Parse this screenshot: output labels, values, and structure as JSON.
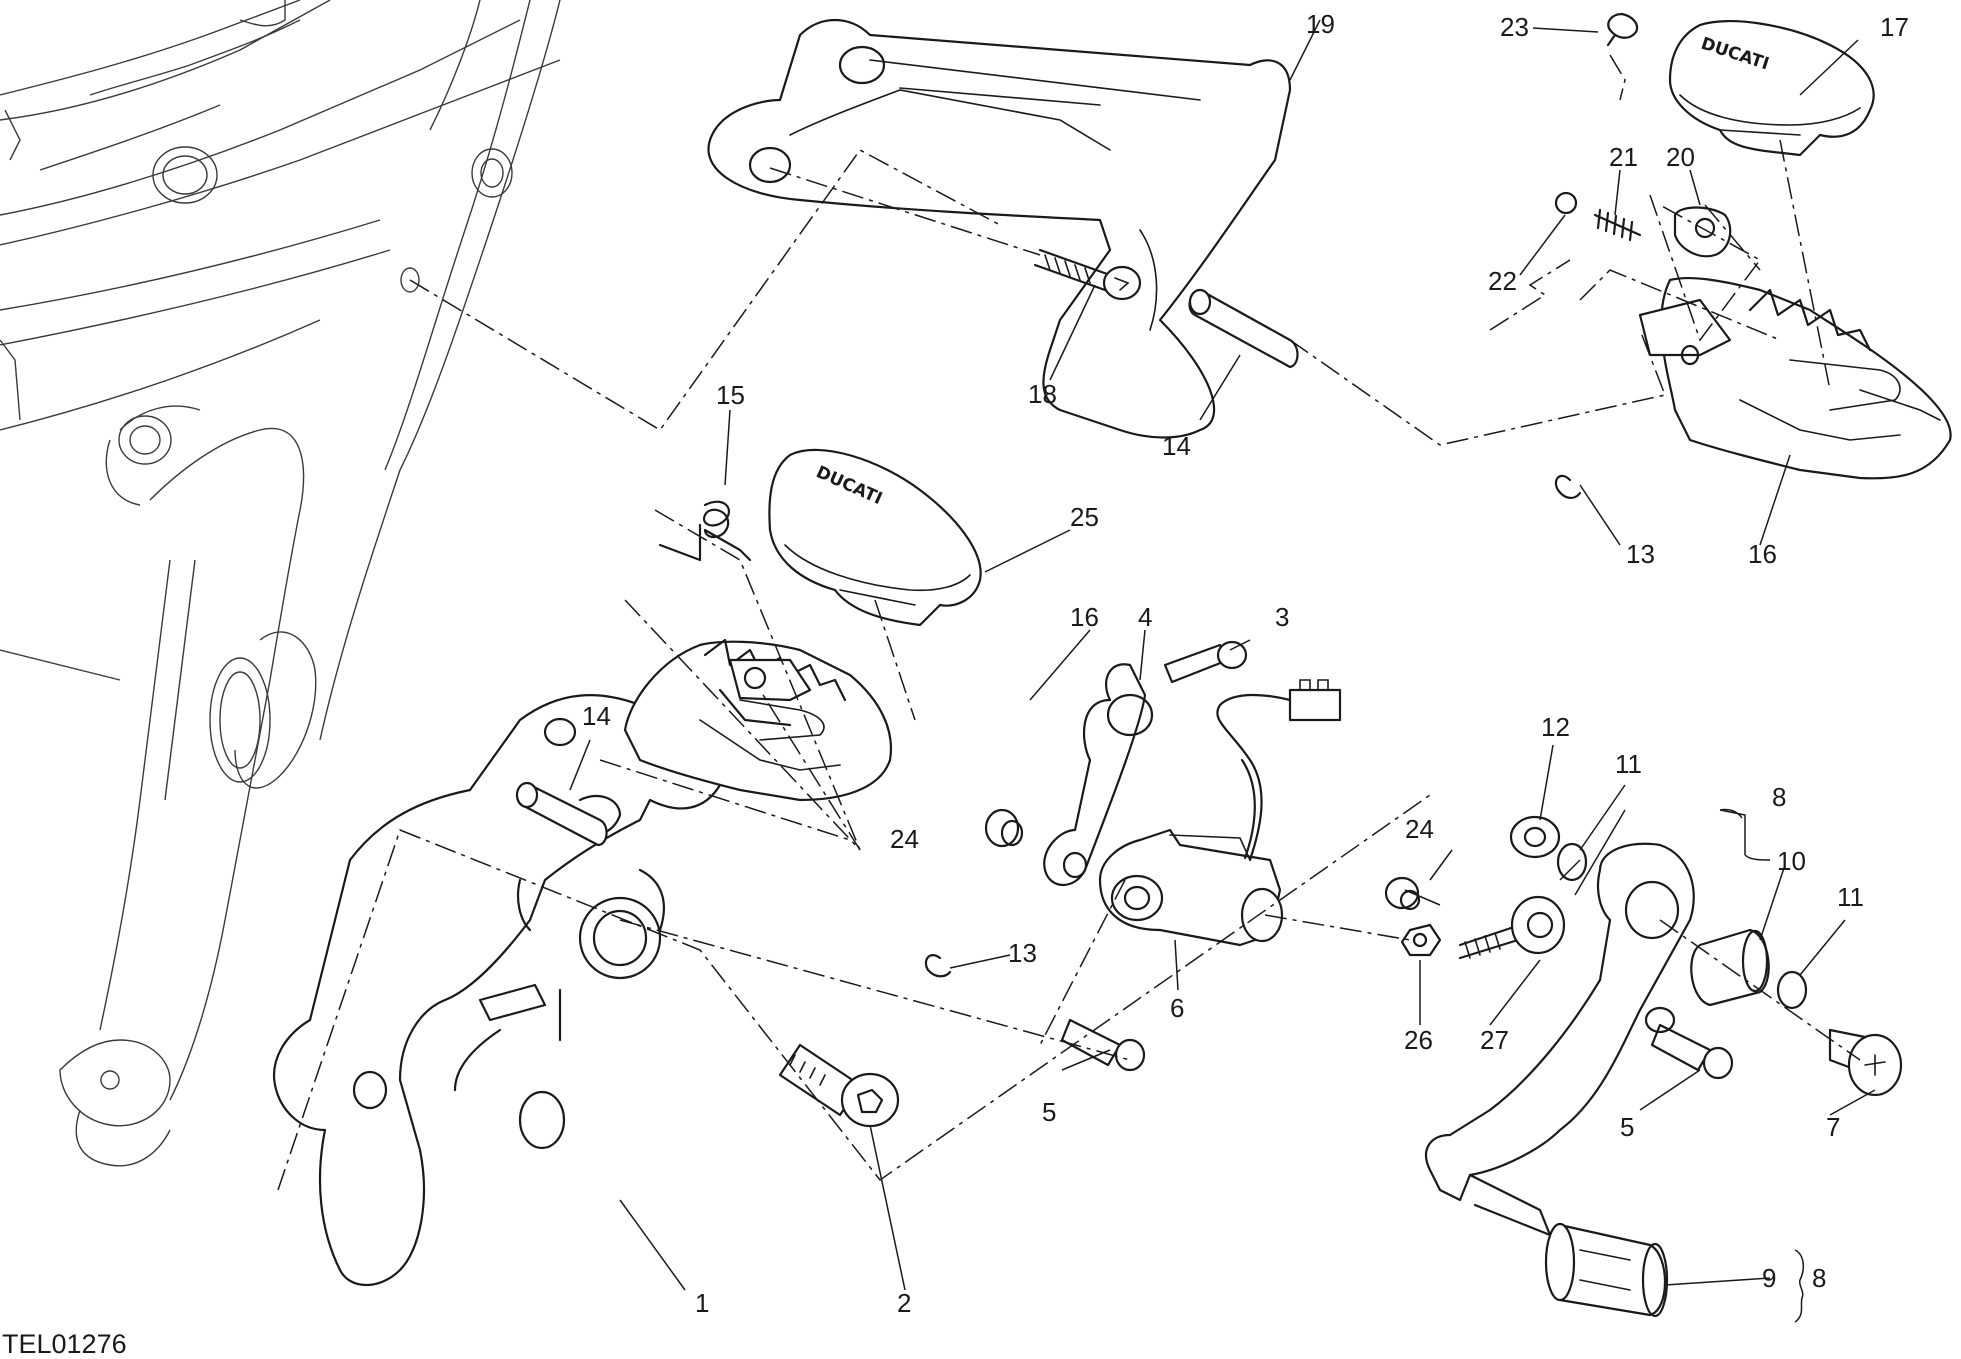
{
  "diagram": {
    "reference_code": "TEL01276",
    "brand_marks": [
      "DUCATI",
      "DUCATI"
    ],
    "callouts": [
      {
        "id": "19",
        "label": "19"
      },
      {
        "id": "23",
        "label": "23"
      },
      {
        "id": "17",
        "label": "17"
      },
      {
        "id": "21",
        "label": "21"
      },
      {
        "id": "20",
        "label": "20"
      },
      {
        "id": "22",
        "label": "22"
      },
      {
        "id": "18",
        "label": "18"
      },
      {
        "id": "14a",
        "label": "14"
      },
      {
        "id": "15",
        "label": "15"
      },
      {
        "id": "25",
        "label": "25"
      },
      {
        "id": "13a",
        "label": "13"
      },
      {
        "id": "16a",
        "label": "16"
      },
      {
        "id": "16b",
        "label": "16"
      },
      {
        "id": "4",
        "label": "4"
      },
      {
        "id": "3",
        "label": "3"
      },
      {
        "id": "14b",
        "label": "14"
      },
      {
        "id": "12",
        "label": "12"
      },
      {
        "id": "11a",
        "label": "11"
      },
      {
        "id": "8a",
        "label": "8"
      },
      {
        "id": "24a",
        "label": "24"
      },
      {
        "id": "24b",
        "label": "24"
      },
      {
        "id": "10",
        "label": "10"
      },
      {
        "id": "11b",
        "label": "11"
      },
      {
        "id": "13b",
        "label": "13"
      },
      {
        "id": "6",
        "label": "6"
      },
      {
        "id": "26",
        "label": "26"
      },
      {
        "id": "27",
        "label": "27"
      },
      {
        "id": "5a",
        "label": "5"
      },
      {
        "id": "5b",
        "label": "5"
      },
      {
        "id": "7",
        "label": "7"
      },
      {
        "id": "1",
        "label": "1"
      },
      {
        "id": "2",
        "label": "2"
      },
      {
        "id": "9",
        "label": "9"
      },
      {
        "id": "8b",
        "label": "8"
      }
    ]
  }
}
